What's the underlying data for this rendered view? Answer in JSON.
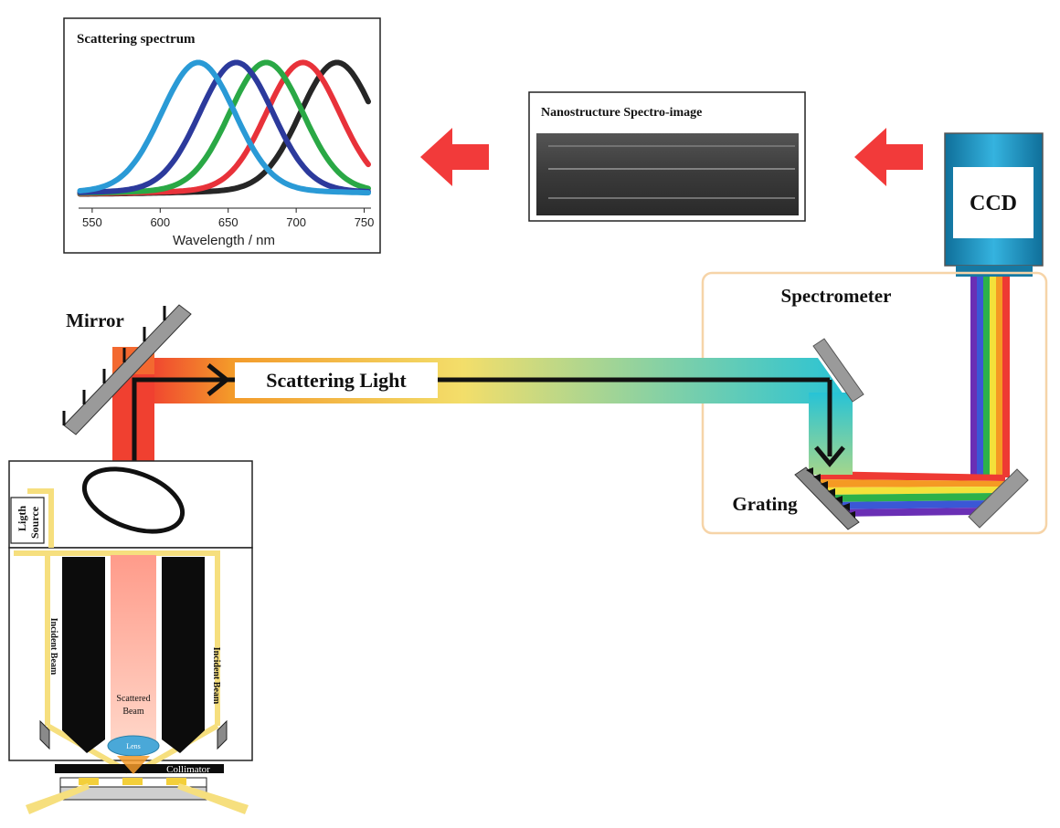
{
  "spectrum_panel": {
    "title": "Scattering spectrum",
    "xlabel": "Wavelength / nm",
    "ticks": [
      "550",
      "600",
      "650",
      "700",
      "750"
    ]
  },
  "spectro_panel": {
    "title": "Nanostructure Spectro-image"
  },
  "labels": {
    "ccd": "CCD",
    "spectrometer": "Spectrometer",
    "mirror": "Mirror",
    "scattering_light": "Scattering Light",
    "grating": "Grating",
    "light_source_line1": "Ligth",
    "light_source_line2": "Source",
    "incident_beam_left": "Incident Beam",
    "incident_beam_right": "Incident Beam",
    "scattered_beam_line1": "Scattered",
    "scattered_beam_line2": "Beam",
    "lens": "Lens",
    "collimator": "Collimator"
  },
  "colors": {
    "arrow_red": "#f23a3a",
    "beam_orange": "#f39a2a",
    "beam_red": "#f04030",
    "beam_yellow": "#f3de6a",
    "beam_cyan": "#27c3d6",
    "ccd_blue": "#1a93c2",
    "spectrometer_border": "#f6d4a8"
  },
  "chart_data": {
    "type": "line",
    "title": "Scattering spectrum",
    "xlabel": "Wavelength / nm",
    "ylabel": "",
    "xlim": [
      540,
      755
    ],
    "x_ticks": [
      550,
      600,
      650,
      700,
      750
    ],
    "grid": false,
    "series": [
      {
        "color": "#262626",
        "peak_nm": 730,
        "peak_value": 1.0
      },
      {
        "color": "#e8323a",
        "peak_nm": 705,
        "peak_value": 1.0
      },
      {
        "color": "#2aa845",
        "peak_nm": 678,
        "peak_value": 1.0
      },
      {
        "color": "#2c3a9c",
        "peak_nm": 656,
        "peak_value": 1.0
      },
      {
        "color": "#2a9ad6",
        "peak_nm": 628,
        "peak_value": 1.0
      }
    ]
  }
}
